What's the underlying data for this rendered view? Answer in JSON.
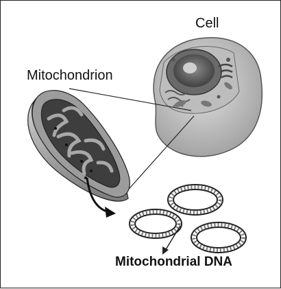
{
  "labels": {
    "cell": "Cell",
    "mitochondrion": "Mitochondrion",
    "mitochondrial_dna": "Mitochondrial DNA"
  },
  "colors": {
    "outline": "#222222",
    "membrane_dark": "#4a4a4a",
    "membrane_mid": "#8a8a8a",
    "cytoplasm": "#c9c9c9",
    "cell_outer": "#b3b3b3",
    "arrow": "#111111"
  }
}
